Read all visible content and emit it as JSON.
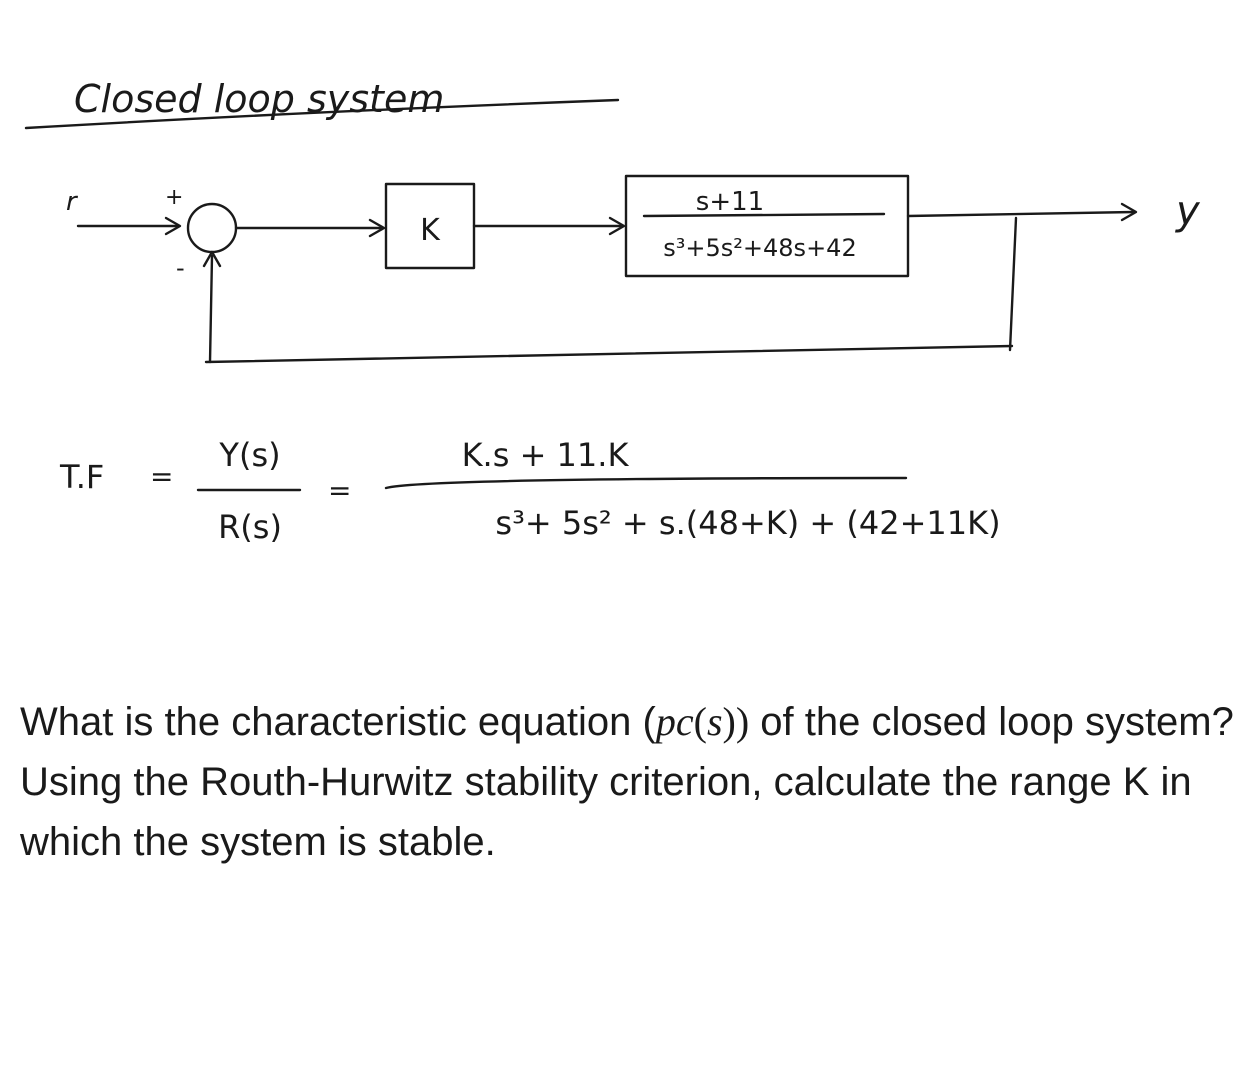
{
  "title": "Closed loop system",
  "diagram": {
    "input_label": "r",
    "plus_sign": "+",
    "minus_sign": "-",
    "controller_label": "K",
    "plant_numerator": "s+11",
    "plant_denominator": "s³+5s²+48s+42",
    "output_label": "y"
  },
  "transfer_function": {
    "lhs": "T.F",
    "eq1": "=",
    "ratio_numerator": "Y(s)",
    "ratio_denominator": "R(s)",
    "eq2": "=",
    "numerator": "K.s + 11.K",
    "denominator": "s³+ 5s² + s.(48+K) + (42+11K)"
  },
  "question": {
    "part1": "What is the characteristic equation (",
    "symbol_pc": "pc",
    "symbol_open": "(",
    "symbol_s": "s",
    "symbol_close": "))",
    "part2": " of the closed loop system?  Using the Routh-Hurwitz stability criterion, calculate the range K in which the system is stable."
  }
}
